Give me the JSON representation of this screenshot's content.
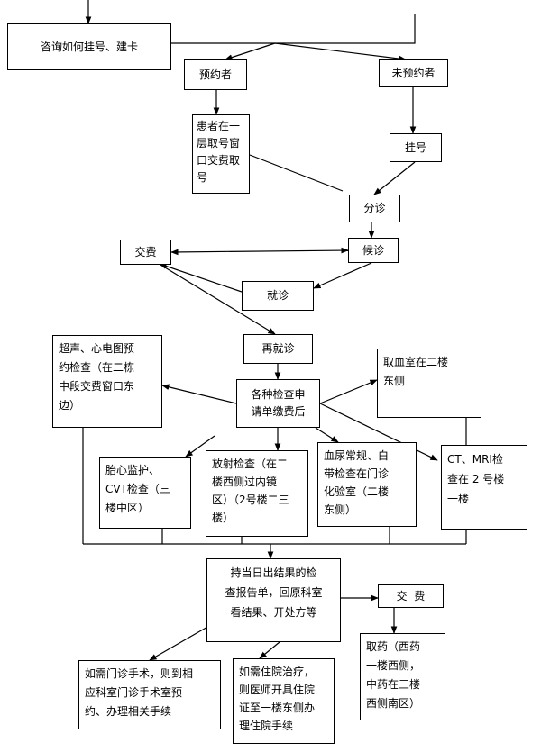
{
  "nodes": {
    "consult": "咨询如何挂号、建卡",
    "booked": "预约者",
    "unbooked": "未预约者",
    "booked_action": "患者在一\n层取号窗\n口交费取\n号",
    "register": "挂号",
    "triage": "分诊",
    "wait": "候诊",
    "pay1": "交费",
    "visit": "就诊",
    "revisit": "再就诊",
    "exam_request": "各种检查申\n请单缴费后",
    "ultrasound": "超声、心电图预\n约检查（在二栋\n中段交费窗口东\n边）",
    "blood_room": "取血室在二楼\n东侧",
    "fetal": "胎心监护、\nCVT检查（三\n楼中区）",
    "radiology": "放射检查（在二\n楼西侧过内镜\n区）（2号楼二三\n楼）",
    "lab": "血尿常规、白\n带检查在门诊\n化验室（二楼\n东侧）",
    "ct_mri": "CT、MRI检\n查在 2 号楼\n一楼",
    "results": "持当日出结果的检\n查报告单，回原科室\n看结果、开处方等",
    "pay2": "交  费",
    "pharmacy": "取药（西药\n一楼西侧，\n中药在三楼\n西侧南区）",
    "surgery": "如需门诊手术，则到相\n应科室门诊手术室预\n约、办理相关手续",
    "inpatient": "如需住院治疗，\n则医师开具住院\n证至一楼东侧办\n理住院手续"
  }
}
